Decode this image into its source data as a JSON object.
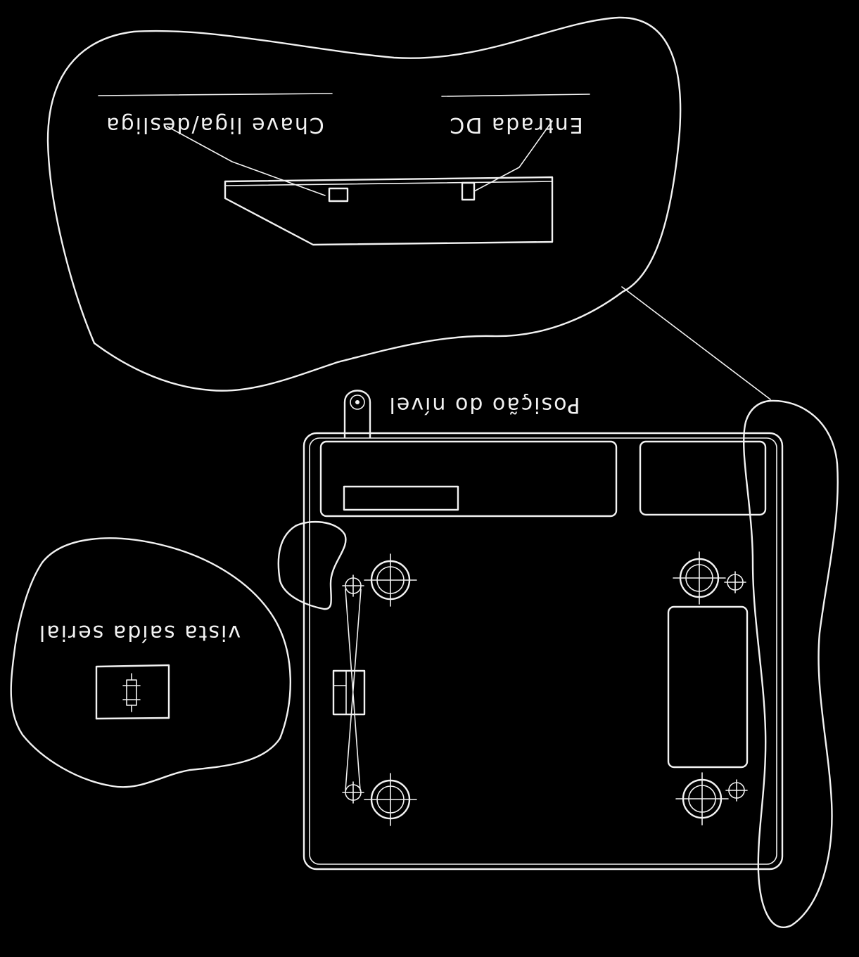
{
  "labels": {
    "power_switch": "Chave liga/desliga",
    "dc_input": "Entrada DC",
    "level_position": "Posição do nível",
    "serial_output_view": "vista saída serial"
  },
  "colors": {
    "background": "#000000",
    "line": "#f2f2f2"
  },
  "orientation": "image-rotated-180"
}
